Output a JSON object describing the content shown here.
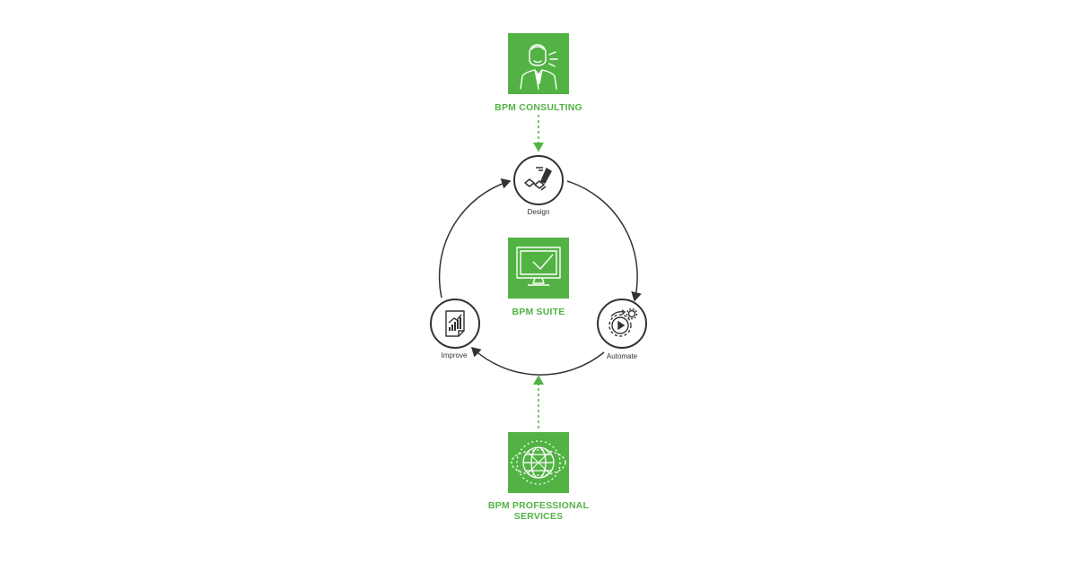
{
  "colors": {
    "accent": "#52b344",
    "stroke": "#333333",
    "background": "#ffffff"
  },
  "top_box": {
    "label": "BPM CONSULTING",
    "icon": "consultant-icon"
  },
  "center_box": {
    "label": "BPM SUITE",
    "icon": "monitor-check-icon"
  },
  "bottom_box": {
    "label": "BPM PROFESSIONAL\nSERVICES",
    "icon": "globe-icon"
  },
  "cycle": {
    "design": {
      "label": "Design",
      "icon": "design-pen-icon"
    },
    "automate": {
      "label": "Automate",
      "icon": "automate-gear-icon"
    },
    "improve": {
      "label": "Improve",
      "icon": "improve-chart-icon"
    }
  }
}
